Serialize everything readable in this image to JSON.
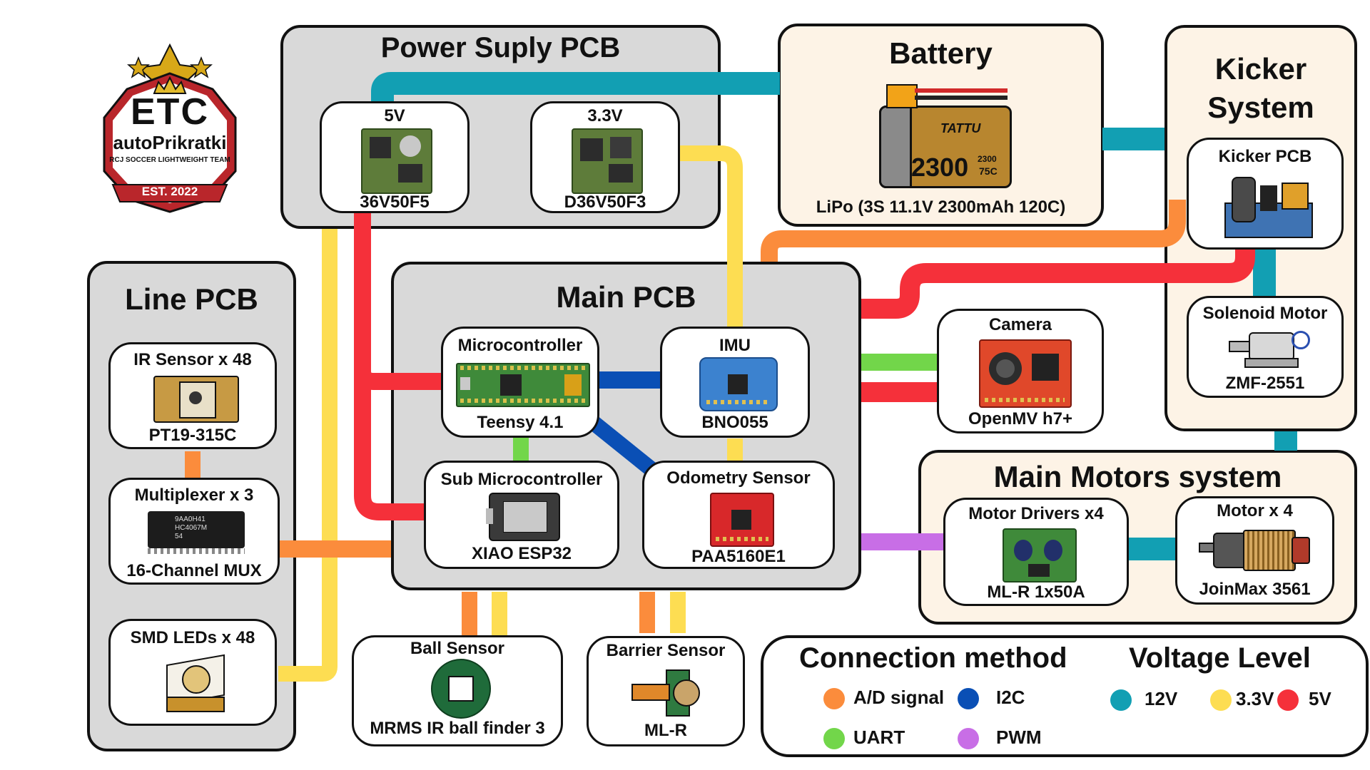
{
  "logo": {
    "top_text": "ETC",
    "name": "autoPrikratki",
    "subtitle": "RCJ SOCCER LIGHTWEIGHT TEAM",
    "banner": "EST. 2022"
  },
  "power": {
    "title": "Power Suply PCB",
    "reg5": {
      "label": "5V",
      "part": "36V50F5"
    },
    "reg33": {
      "label": "3.3V",
      "part": "D36V50F3"
    }
  },
  "battery": {
    "title": "Battery",
    "desc": "LiPo (3S 11.1V 2300mAh 120C)",
    "pack_capacity": "2300",
    "pack_small": "2300",
    "pack_c": "75C",
    "pack_brand": "TATTU"
  },
  "kicker": {
    "title_line1": "Kicker",
    "title_line2": "System",
    "pcb": {
      "label": "Kicker PCB"
    },
    "solenoid": {
      "label": "Solenoid Motor",
      "part": "ZMF-2551"
    }
  },
  "line": {
    "title": "Line PCB",
    "ir": {
      "label": "IR Sensor x 48",
      "part": "PT19-315C"
    },
    "mux": {
      "label": "Multiplexer x 3",
      "part": "16-Channel MUX",
      "chip_lines": [
        "9AA0H41",
        "HC4067M",
        "54"
      ]
    },
    "leds": {
      "label": "SMD LEDs x 48"
    }
  },
  "main": {
    "title": "Main PCB",
    "mcu": {
      "label": "Microcontroller",
      "part": "Teensy 4.1"
    },
    "imu": {
      "label": "IMU",
      "part": "BNO055"
    },
    "submcu": {
      "label": "Sub Microcontroller",
      "part": "XIAO ESP32"
    },
    "odometry": {
      "label": "Odometry Sensor",
      "part": "PAA5160E1"
    }
  },
  "camera": {
    "label": "Camera",
    "part": "OpenMV h7+"
  },
  "motors": {
    "title": "Main Motors system",
    "drivers": {
      "label": "Motor Drivers x4",
      "part": "ML-R 1x50A"
    },
    "motor": {
      "label": "Motor x 4",
      "part": "JoinMax 3561"
    }
  },
  "ball": {
    "label": "Ball Sensor",
    "part": "MRMS IR ball finder 3"
  },
  "barrier": {
    "label": "Barrier Sensor",
    "part": "ML-R"
  },
  "legend": {
    "conn_title": "Connection method",
    "volt_title": "Voltage Level",
    "conn": [
      {
        "label": "A/D signal",
        "color": "#fb8c3c"
      },
      {
        "label": "I2C",
        "color": "#0a4fb5"
      },
      {
        "label": "UART",
        "color": "#72d64a"
      },
      {
        "label": "PWM",
        "color": "#c86ee6"
      }
    ],
    "volt": [
      {
        "label": "12V",
        "color": "#129fb3"
      },
      {
        "label": "3.3V",
        "color": "#fddd52"
      },
      {
        "label": "5V",
        "color": "#f5303a"
      }
    ]
  },
  "colors": {
    "ad": "#fb8c3c",
    "i2c": "#0a4fb5",
    "uart": "#72d64a",
    "pwm": "#c86ee6",
    "v12": "#129fb3",
    "v33": "#fddd52",
    "v5": "#f5303a"
  }
}
